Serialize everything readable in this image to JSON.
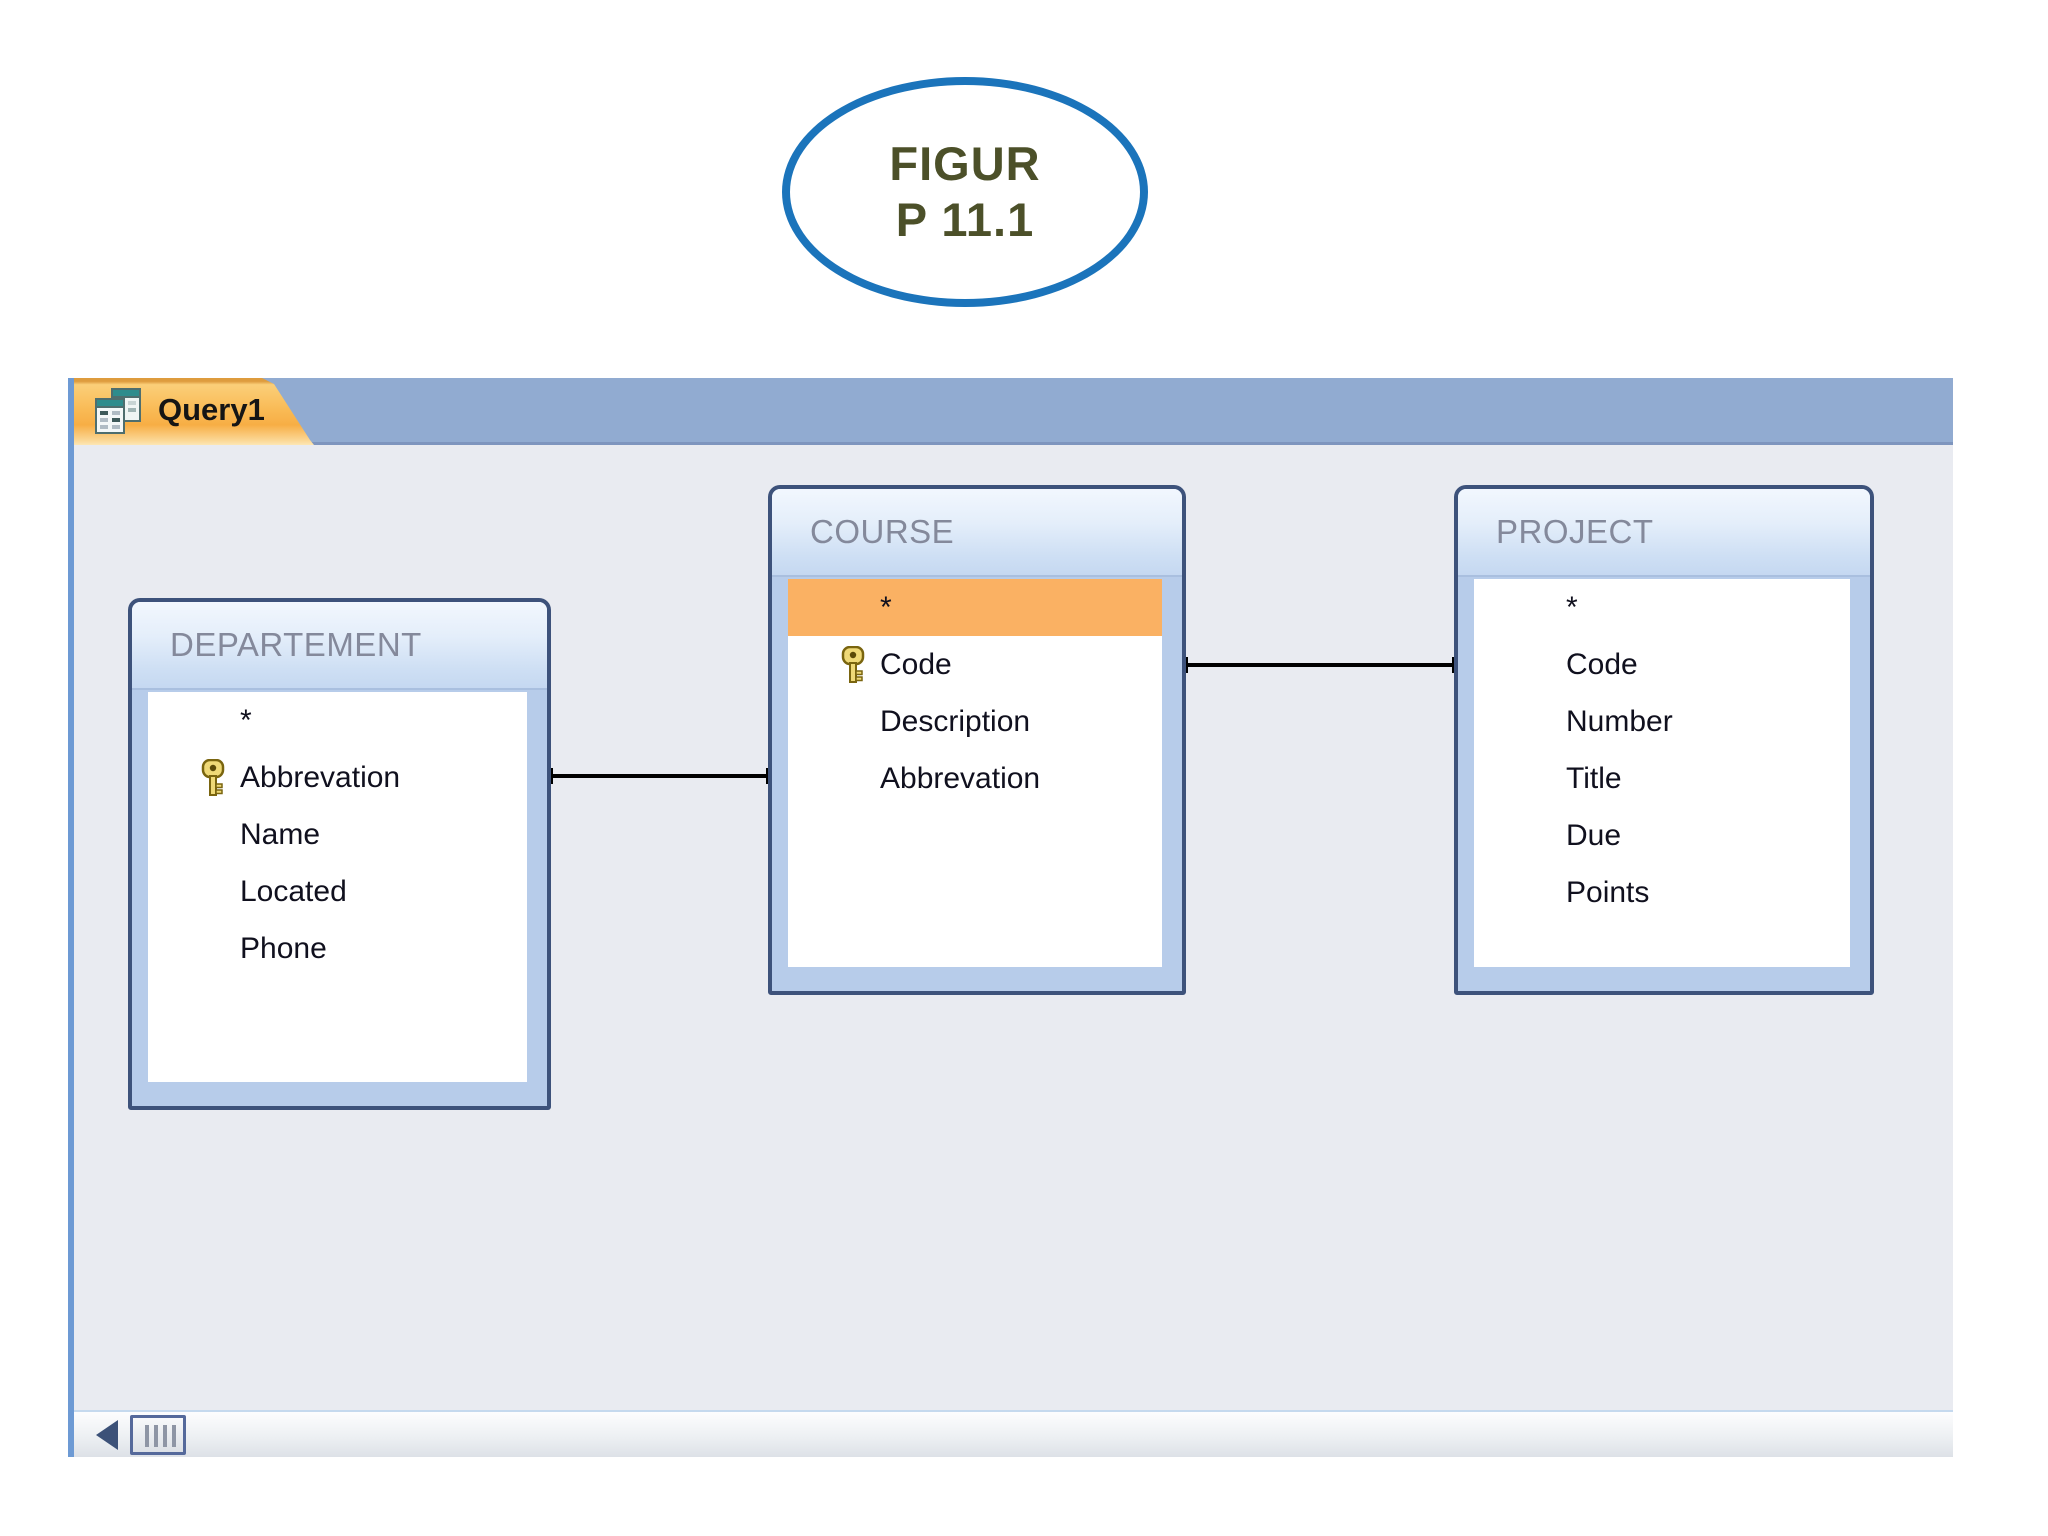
{
  "figure_badge": {
    "line1": "FIGUR",
    "line2": "P 11.1"
  },
  "query_window": {
    "tab_label": "Query1"
  },
  "tables": [
    {
      "name": "DEPARTEMENT",
      "fields": [
        {
          "label": "*",
          "key": false,
          "highlighted": false
        },
        {
          "label": "Abbrevation",
          "key": true,
          "highlighted": false
        },
        {
          "label": "Name",
          "key": false,
          "highlighted": false
        },
        {
          "label": "Located",
          "key": false,
          "highlighted": false
        },
        {
          "label": "Phone",
          "key": false,
          "highlighted": false
        }
      ]
    },
    {
      "name": "COURSE",
      "fields": [
        {
          "label": "*",
          "key": false,
          "highlighted": true
        },
        {
          "label": "Code",
          "key": true,
          "highlighted": false
        },
        {
          "label": "Description",
          "key": false,
          "highlighted": false
        },
        {
          "label": "Abbrevation",
          "key": false,
          "highlighted": false
        }
      ]
    },
    {
      "name": "PROJECT",
      "fields": [
        {
          "label": "*",
          "key": false,
          "highlighted": false
        },
        {
          "label": "Code",
          "key": false,
          "highlighted": false
        },
        {
          "label": "Number",
          "key": false,
          "highlighted": false
        },
        {
          "label": "Title",
          "key": false,
          "highlighted": false
        },
        {
          "label": "Due",
          "key": false,
          "highlighted": false
        },
        {
          "label": "Points",
          "key": false,
          "highlighted": false
        }
      ]
    }
  ],
  "relationships": [
    {
      "from_table": "DEPARTEMENT",
      "from_field": "Abbrevation",
      "to_table": "COURSE",
      "to_field": "Abbrevation"
    },
    {
      "from_table": "COURSE",
      "from_field": "Code",
      "to_table": "PROJECT",
      "to_field": "Code"
    }
  ],
  "colors": {
    "oval_border": "#1B74BB",
    "figure_text": "#4C5029",
    "tab_bar_blue": "#91ABD1",
    "tab_orange": "#F9BA55",
    "design_background": "#E9EBF1",
    "table_border": "#3D527B",
    "table_frame_blue": "#B7CCEA",
    "table_header_text": "#84899B",
    "field_text": "#10101E",
    "selected_row_orange": "#FAB163",
    "relationship_line": "#000000"
  }
}
